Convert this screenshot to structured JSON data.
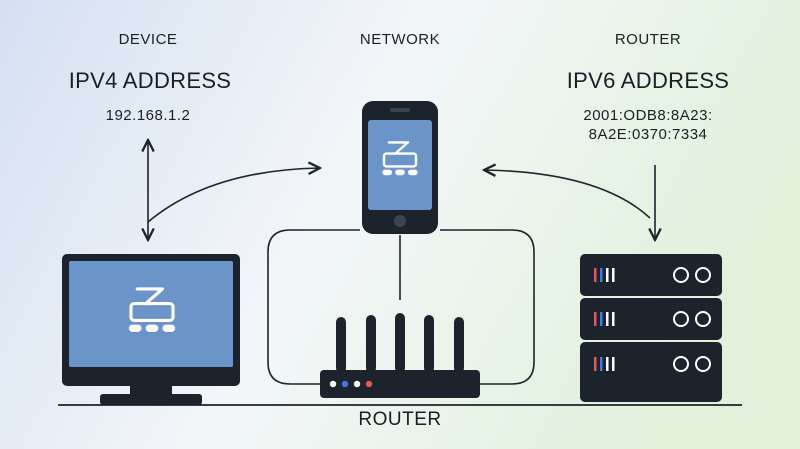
{
  "columns": {
    "device": {
      "heading": "DEVICE",
      "title": "IPV4 ADDRESS",
      "address": "192.168.1.2"
    },
    "network": {
      "heading": "NETWORK"
    },
    "router": {
      "heading": "ROUTER",
      "title": "IPV6 ADDRESS",
      "address_line1": "2001:ODB8:8A23:",
      "address_line2": "8A2E:0370:7334"
    }
  },
  "bottom_label": "ROUTER",
  "colors": {
    "ink": "#1c232c",
    "screen_blue": "#6b95c9",
    "glyph_white": "#ffffff",
    "led_blue": "#3f7be0",
    "led_red": "#e45757",
    "bg_left": "#d6e2f2",
    "bg_right": "#e2f2df"
  },
  "icons": [
    "monitor-icon",
    "smartphone-icon",
    "wifi-router-icon",
    "server-rack-icon",
    "network-glyph-icon"
  ]
}
